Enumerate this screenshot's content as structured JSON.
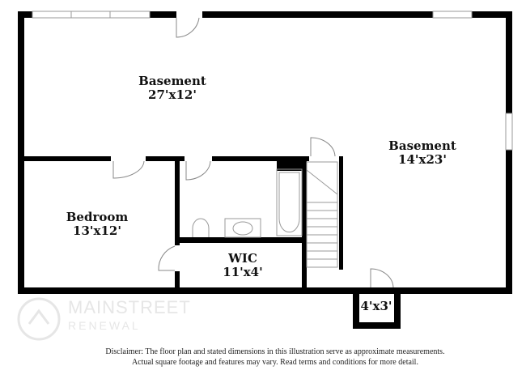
{
  "rooms": [
    {
      "name": "Basement",
      "dims": "27'x12'"
    },
    {
      "name": "Basement",
      "dims": "14'x23'"
    },
    {
      "name": "Bedroom",
      "dims": "13'x12'"
    },
    {
      "name": "WIC",
      "dims": "11'x4'"
    },
    {
      "name": "",
      "dims": "4'x3'"
    }
  ],
  "logo": {
    "line1": "MAINSTREET",
    "line2": "RENEWAL"
  },
  "disclaimer": {
    "line1": "Disclaimer: The floor plan and stated dimensions in this illustration serve as approximate measurements.",
    "line2": "Actual square footage and features may vary. Read terms and conditions for more detail."
  },
  "colors": {
    "wall": "#000000",
    "fixture": "#999999"
  }
}
